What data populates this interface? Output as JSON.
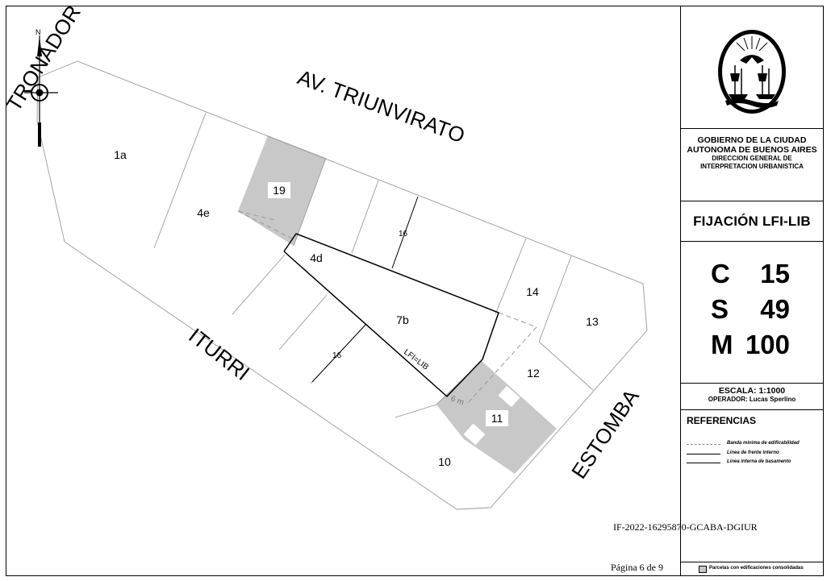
{
  "header": {
    "gov_line1": "GOBIERNO DE LA CIUDAD",
    "gov_line2": "AUTONOMA DE BUENOS AIRES",
    "dept_line1": "DIRECCION GENERAL DE",
    "dept_line2": "INTERPRETACION URBANISTICA"
  },
  "title": "FIJACIÓN LFI-LIB",
  "catastro": [
    {
      "letter": "C",
      "value": "15"
    },
    {
      "letter": "S",
      "value": "49"
    },
    {
      "letter": "M",
      "value": "100"
    }
  ],
  "escala": "ESCALA:   1:1000",
  "operador": "OPERADOR: Lucas Sperlino",
  "referencias": {
    "title": "REFERENCIAS",
    "items": [
      {
        "label": "Banda minima de edificabilidad",
        "style": "dashed"
      },
      {
        "label": "Linea de frente interno",
        "style": "solid"
      },
      {
        "label": "Linea interna de basamento",
        "style": "solid"
      }
    ],
    "consolidadas": "Parcelas con edificaciones consolidadas"
  },
  "doc_id": "IF-2022-16295870-GCABA-DGIUR",
  "page": "Página 6 de 9",
  "map": {
    "north_label": "N",
    "streets": {
      "tronador": "TRONADOR",
      "triunvirato": "AV. TRIUNVIRATO",
      "iturri": "ITURRI",
      "estomba": "ESTOMBA"
    },
    "parcels": [
      "1a",
      "4e",
      "19",
      "4d",
      "7b",
      "14",
      "13",
      "12",
      "11",
      "10"
    ],
    "dimensions": {
      "d1": "16",
      "d2": "16",
      "d3": "6 m"
    },
    "lfi_label": "LFI=LIB",
    "colors": {
      "consolidated": "#c8c8c8",
      "lines": "#000000",
      "faint": "#9a9a9a"
    }
  }
}
